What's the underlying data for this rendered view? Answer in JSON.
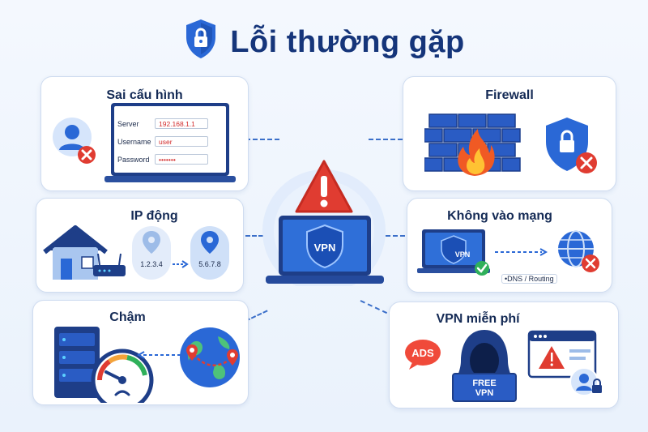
{
  "title": "Lỗi thường gặp",
  "cards": {
    "config": {
      "title": "Sai cấu hình",
      "fields": [
        {
          "label": "Server",
          "value": "192.168.1.1"
        },
        {
          "label": "Username",
          "value": "user"
        },
        {
          "label": "Password",
          "value": "•••••••"
        }
      ]
    },
    "firewall": {
      "title": "Firewall"
    },
    "dynamic_ip": {
      "title": "IP động",
      "old_ip": "1.2.3.4",
      "new_ip": "5.6.7.8"
    },
    "no_network": {
      "title": "Không vào mạng",
      "note": "DNS / Routing",
      "vpn_label": "VPN"
    },
    "slow": {
      "title": "Chậm"
    },
    "free_vpn": {
      "title": "VPN miễn phí",
      "ads_label": "ADS",
      "free_label": "FREE",
      "vpn_label": "VPN"
    }
  },
  "center": {
    "vpn_label": "VPN"
  },
  "colors": {
    "primary": "#1f5fcf",
    "dark": "#15357a",
    "danger": "#e03c31",
    "success": "#2fb05a"
  }
}
